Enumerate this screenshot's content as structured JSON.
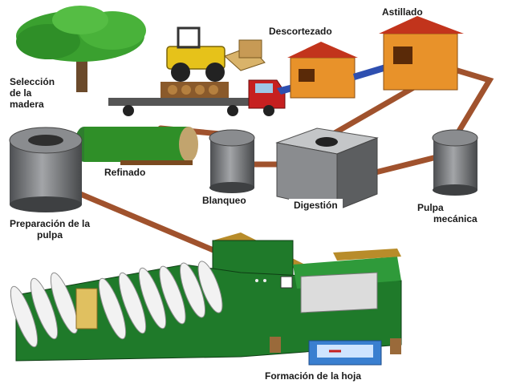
{
  "labels": {
    "seleccion_line1": "Selección",
    "seleccion_line2": "de la",
    "seleccion_line3": "madera",
    "descortezado": "Descortezado",
    "astillado": "Astillado",
    "refinado": "Refinado",
    "blanqueo": "Blanqueo",
    "digestion": "Digestión",
    "pulpa_mecanica_line1": "Pulpa",
    "pulpa_mecanica_line2": "mecánica",
    "preparacion_line1": "Preparación de la",
    "preparacion_line2": "pulpa",
    "formacion": "Formación de la hoja"
  },
  "colors": {
    "pipe": "#a0522d",
    "tank": "#6e7072",
    "machine_green": "#1f7a2a",
    "tree_green": "#3aa02f",
    "building_orange": "#e8922a",
    "truck_red": "#c62020",
    "vehicle_yellow": "#e6c21a",
    "paper_roll": "#f2f2f2"
  }
}
